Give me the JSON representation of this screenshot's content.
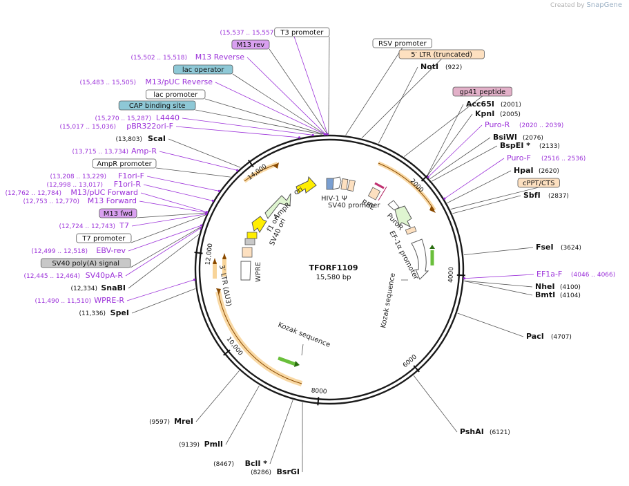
{
  "watermark": {
    "prefix": "Created by",
    "brand": "SnapGene"
  },
  "map": {
    "title": "TFORF1109",
    "length_label": "15,580 bp",
    "total_bp": 15580,
    "ruler_ticks": [
      {
        "bp": 2000,
        "label": "2000"
      },
      {
        "bp": 4000,
        "label": "4000"
      },
      {
        "bp": 6000,
        "label": "6000"
      },
      {
        "bp": 8000,
        "label": "8000"
      },
      {
        "bp": 10000,
        "label": "10,000"
      },
      {
        "bp": 12000,
        "label": "12,000"
      },
      {
        "bp": 14000,
        "label": "14,000"
      }
    ],
    "colors": {
      "enzyme": "#111111",
      "primer": "#9b30d9",
      "primer_line": "#9b30d9",
      "line": "#555555",
      "cds_fill": "#f7cf8e",
      "cds_stroke": "#e09a2e",
      "arrow_stroke": "#8a4a00",
      "green": "#6abf3b",
      "yellow": "#ffee00",
      "promoter_fill": "#ffffff",
      "lavender": "#d9a0f0",
      "tan": "#fde0c0",
      "pink": "#e2b0c8",
      "cyan": "#8ec8d6",
      "gray": "#c8c8c8"
    },
    "labels": [
      {
        "id": "t3-primer",
        "kind": "primer",
        "name": "T3",
        "range": "(15,537 .. 15,557)",
        "bp": 15547
      },
      {
        "id": "m13-rev",
        "kind": "box",
        "box": "lavender",
        "name": "M13 rev",
        "bp": 15545
      },
      {
        "id": "m13-reverse",
        "kind": "primer",
        "name": "M13 Reverse",
        "range": "(15,502 .. 15,518)",
        "bp": 15510
      },
      {
        "id": "lac-operator",
        "kind": "box",
        "box": "cyan",
        "name": "lac operator",
        "bp": 15500
      },
      {
        "id": "m13puc-reverse",
        "kind": "primer",
        "name": "M13/pUC Reverse",
        "range": "(15,483 .. 15,505)",
        "bp": 15494
      },
      {
        "id": "lac-promoter",
        "kind": "box",
        "box": "white",
        "name": "lac promoter",
        "bp": 15470
      },
      {
        "id": "cap-binding-site",
        "kind": "box",
        "box": "cyan",
        "name": "CAP binding site",
        "bp": 15440
      },
      {
        "id": "l4440",
        "kind": "primer",
        "name": "L4440",
        "range": "(15,270 .. 15,287)",
        "bp": 15278
      },
      {
        "id": "pbr322ori-f",
        "kind": "primer",
        "name": "pBR322ori-F",
        "range": "(15,017 .. 15,036)",
        "bp": 15026
      },
      {
        "id": "scai",
        "kind": "enzyme",
        "name": "ScaI",
        "range": "(13,803)",
        "bp": 13803
      },
      {
        "id": "amp-r",
        "kind": "primer",
        "name": "Amp-R",
        "range": "(13,715 .. 13,734)",
        "bp": 13724
      },
      {
        "id": "ampr-promoter",
        "kind": "box",
        "box": "white",
        "name": "AmpR promoter",
        "bp": 13550
      },
      {
        "id": "f1ori-f",
        "kind": "primer",
        "name": "F1ori-F",
        "range": "(13,208 .. 13,229)",
        "bp": 13218
      },
      {
        "id": "f1ori-r",
        "kind": "primer",
        "name": "F1ori-R",
        "range": "(12,998 .. 13,017)",
        "bp": 13007
      },
      {
        "id": "m13puc-forward",
        "kind": "primer",
        "name": "M13/pUC Forward",
        "range": "(12,762 .. 12,784)",
        "bp": 12773
      },
      {
        "id": "m13-forward",
        "kind": "primer",
        "name": "M13 Forward",
        "range": "(12,753 .. 12,770)",
        "bp": 12761
      },
      {
        "id": "m13-fwd",
        "kind": "box",
        "box": "lavender",
        "name": "M13 fwd",
        "bp": 12755
      },
      {
        "id": "t7-primer",
        "kind": "primer",
        "name": "T7",
        "range": "(12,724 .. 12,743)",
        "bp": 12733
      },
      {
        "id": "t7-promoter",
        "kind": "box",
        "box": "white",
        "name": "T7 promoter",
        "bp": 12715
      },
      {
        "id": "ebv-rev",
        "kind": "primer",
        "name": "EBV-rev",
        "range": "(12,499 .. 12,518)",
        "bp": 12508
      },
      {
        "id": "sv40-polya",
        "kind": "box",
        "box": "gray",
        "name": "SV40 poly(A) signal",
        "bp": 12480
      },
      {
        "id": "sv40pa-r",
        "kind": "primer",
        "name": "SV40pA-R",
        "range": "(12,445 .. 12,464)",
        "bp": 12454
      },
      {
        "id": "snabi",
        "kind": "enzyme",
        "name": "SnaBI",
        "range": "(12,334)",
        "bp": 12334
      },
      {
        "id": "wpre-r",
        "kind": "primer",
        "name": "WPRE-R",
        "range": "(11,490 .. 11,510)",
        "bp": 11500
      },
      {
        "id": "spei",
        "kind": "enzyme",
        "name": "SpeI",
        "range": "(11,336)",
        "bp": 11336
      },
      {
        "id": "mrei",
        "kind": "enzyme",
        "name": "MreI",
        "range": "(9597)",
        "bp": 9597
      },
      {
        "id": "pmli",
        "kind": "enzyme",
        "name": "PmlI",
        "range": "(9139)",
        "bp": 9139
      },
      {
        "id": "bcli",
        "kind": "enzyme",
        "name": "BclI *",
        "range": "(8467)",
        "bp": 8467
      },
      {
        "id": "bsrgi",
        "kind": "enzyme",
        "name": "BsrGI",
        "range": "(8286)",
        "bp": 8286
      },
      {
        "id": "pshai",
        "kind": "enzyme",
        "name": "PshAI",
        "range": "(6121)",
        "bp": 6121
      },
      {
        "id": "paci",
        "kind": "enzyme",
        "name": "PacI",
        "range": "(4707)",
        "bp": 4707
      },
      {
        "id": "bmti",
        "kind": "enzyme",
        "name": "BmtI",
        "range": "(4104)",
        "bp": 4104
      },
      {
        "id": "nhei",
        "kind": "enzyme",
        "name": "NheI",
        "range": "(4100)",
        "bp": 4100
      },
      {
        "id": "ef1a-f",
        "kind": "primer",
        "name": "EF1a-F",
        "range": "(4046 .. 4066)",
        "bp": 4056
      },
      {
        "id": "fsei",
        "kind": "enzyme",
        "name": "FseI",
        "range": "(3624)",
        "bp": 3624
      },
      {
        "id": "sbfi",
        "kind": "enzyme",
        "name": "SbfI",
        "range": "(2837)",
        "bp": 2837
      },
      {
        "id": "cppt-cts",
        "kind": "box",
        "box": "tan",
        "name": "cPPT/CTS",
        "bp": 2750
      },
      {
        "id": "hpai",
        "kind": "enzyme",
        "name": "HpaI",
        "range": "(2620)",
        "bp": 2620
      },
      {
        "id": "puro-f",
        "kind": "primer",
        "name": "Puro-F",
        "range": "(2516 .. 2536)",
        "bp": 2526
      },
      {
        "id": "bspei",
        "kind": "enzyme",
        "name": "BspEI *",
        "range": "(2133)",
        "bp": 2133
      },
      {
        "id": "bsiwi",
        "kind": "enzyme",
        "name": "BsiWI",
        "range": "(2076)",
        "bp": 2076
      },
      {
        "id": "puro-r",
        "kind": "primer",
        "name": "Puro-R",
        "range": "(2020 .. 2039)",
        "bp": 2030
      },
      {
        "id": "kpni",
        "kind": "enzyme",
        "name": "KpnI",
        "range": "(2005)",
        "bp": 2005
      },
      {
        "id": "acc65i",
        "kind": "enzyme",
        "name": "Acc65I",
        "range": "(2001)",
        "bp": 2001
      },
      {
        "id": "gp41-peptide",
        "kind": "box",
        "box": "pink",
        "name": "gp41 peptide",
        "bp": 1450
      },
      {
        "id": "noti",
        "kind": "enzyme",
        "name": "NotI",
        "range": "(922)",
        "bp": 922
      },
      {
        "id": "5-ltr-truncated",
        "kind": "box",
        "box": "tan",
        "name": "5′ LTR (truncated)",
        "bp": 600
      },
      {
        "id": "rsv-promoter",
        "kind": "box",
        "box": "white",
        "name": "RSV promoter",
        "bp": 300
      },
      {
        "id": "t3-promoter",
        "kind": "box",
        "box": "white",
        "name": "T3 promoter",
        "bp": 15565
      }
    ],
    "inner_labels": [
      {
        "id": "ori",
        "text": "ori"
      },
      {
        "id": "ampr",
        "text": "AmpR"
      },
      {
        "id": "f1-ori",
        "text": "f1 ori"
      },
      {
        "id": "sv40-ori",
        "text": "SV40 ori"
      },
      {
        "id": "hiv1-psi",
        "text": "HIV-1 Ψ"
      },
      {
        "id": "rre",
        "text": "RRE"
      },
      {
        "id": "sv40-promoter",
        "text": "SV40 promoter"
      },
      {
        "id": "puror",
        "text": "PuroR"
      },
      {
        "id": "ef1a-promoter",
        "text": "EF-1α promoter"
      },
      {
        "id": "kozak-right",
        "text": "Kozak sequence"
      },
      {
        "id": "kozak-bottom",
        "text": "Kozak sequence"
      },
      {
        "id": "wpre",
        "text": "WPRE"
      },
      {
        "id": "3-ltr",
        "text": "3′ LTR (ΔU3)"
      }
    ]
  }
}
